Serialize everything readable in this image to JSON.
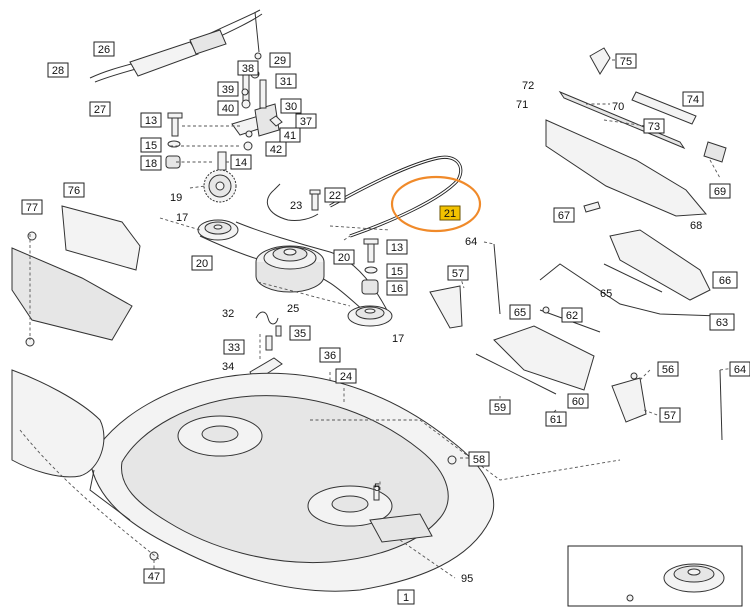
{
  "callouts": [
    {
      "text": "26"
    },
    {
      "text": "28"
    },
    {
      "text": "27"
    },
    {
      "text": "29"
    },
    {
      "text": "38"
    },
    {
      "text": "31"
    },
    {
      "text": "39"
    },
    {
      "text": "40"
    },
    {
      "text": "30"
    },
    {
      "text": "37"
    },
    {
      "text": "41"
    },
    {
      "text": "42"
    },
    {
      "text": "13"
    },
    {
      "text": "15"
    },
    {
      "text": "18"
    },
    {
      "text": "14"
    },
    {
      "text": "19"
    },
    {
      "text": "22"
    },
    {
      "text": "23"
    },
    {
      "text": "76"
    },
    {
      "text": "77"
    },
    {
      "text": "17"
    },
    {
      "text": "20"
    },
    {
      "text": "20"
    },
    {
      "text": "13"
    },
    {
      "text": "15"
    },
    {
      "text": "16"
    },
    {
      "text": "25"
    },
    {
      "text": "17"
    },
    {
      "text": "32"
    },
    {
      "text": "35"
    },
    {
      "text": "33"
    },
    {
      "text": "34"
    },
    {
      "text": "36"
    },
    {
      "text": "24"
    },
    {
      "text": "5"
    },
    {
      "text": "58"
    },
    {
      "text": "47"
    },
    {
      "text": "1"
    },
    {
      "text": "95"
    },
    {
      "text": "75"
    },
    {
      "text": "72"
    },
    {
      "text": "71"
    },
    {
      "text": "70"
    },
    {
      "text": "74"
    },
    {
      "text": "73"
    },
    {
      "text": "69"
    },
    {
      "text": "68"
    },
    {
      "text": "67"
    },
    {
      "text": "64"
    },
    {
      "text": "66"
    },
    {
      "text": "57"
    },
    {
      "text": "65"
    },
    {
      "text": "62"
    },
    {
      "text": "65"
    },
    {
      "text": "63"
    },
    {
      "text": "56"
    },
    {
      "text": "64"
    },
    {
      "text": "59"
    },
    {
      "text": "60"
    },
    {
      "text": "61"
    },
    {
      "text": "57"
    }
  ],
  "highlight": {
    "text": "21",
    "color": "#f2c200",
    "ring_color": "#f08a2a"
  }
}
